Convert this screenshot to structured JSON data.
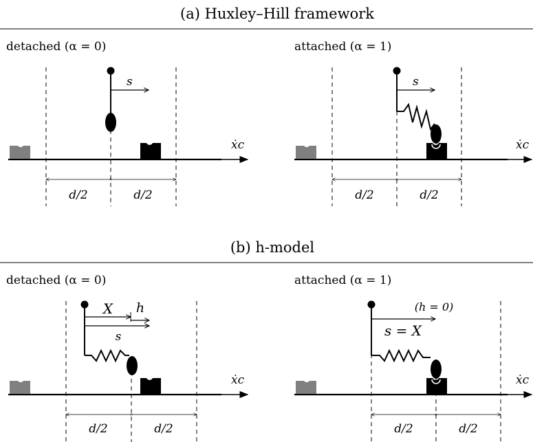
{
  "panels": {
    "a": {
      "title": "(a) Huxley–Hill framework",
      "left": {
        "state": "detached (α = 0)",
        "s_label": "s",
        "half_left": "d/2",
        "half_right": "d/2",
        "velocity": "ẋc"
      },
      "right": {
        "state": "attached (α = 1)",
        "s_label": "s",
        "half_left": "d/2",
        "half_right": "d/2",
        "velocity": "ẋc"
      }
    },
    "b": {
      "title": "(b) h-model",
      "left": {
        "state": "detached (α = 0)",
        "x_label": "X",
        "h_label": "h",
        "s_label": "s",
        "half_left": "d/2",
        "half_right": "d/2",
        "velocity": "ẋc"
      },
      "right": {
        "state": "attached (α = 1)",
        "h_zero": "(h = 0)",
        "s_eq": "s = X",
        "half_left": "d/2",
        "half_right": "d/2",
        "velocity": "ẋc"
      }
    }
  },
  "colors": {
    "ink": "#000000",
    "gray_site": "#808080"
  }
}
